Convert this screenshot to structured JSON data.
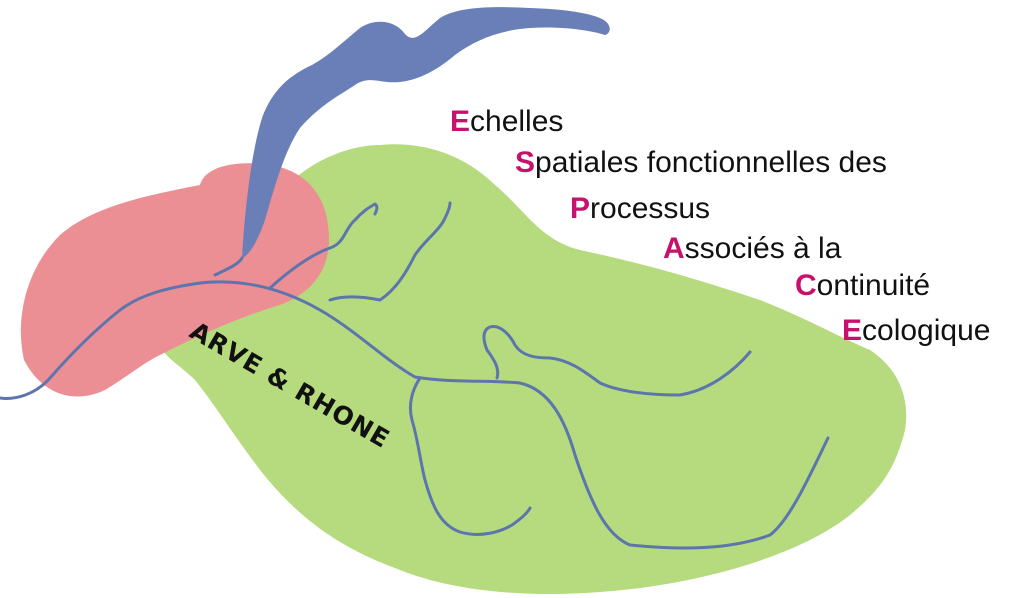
{
  "colors": {
    "basin_fill": "#b5db7e",
    "catchment_fill": "#ec8f95",
    "lake_fill": "#6a7fb8",
    "river_stroke": "#5e74ad",
    "initial_accent": "#c8106d",
    "text": "#111111"
  },
  "acronym": {
    "lines": [
      {
        "initial": "E",
        "rest": "chelles"
      },
      {
        "initial": "S",
        "rest": "patiales fonctionnelles des"
      },
      {
        "initial": "P",
        "rest": "rocessus"
      },
      {
        "initial": "A",
        "rest": "ssociés à la"
      },
      {
        "initial": "C",
        "rest": "ontinuité"
      },
      {
        "initial": "E",
        "rest": "cologique"
      }
    ]
  },
  "region": {
    "label": "ARVE & RHONE"
  }
}
